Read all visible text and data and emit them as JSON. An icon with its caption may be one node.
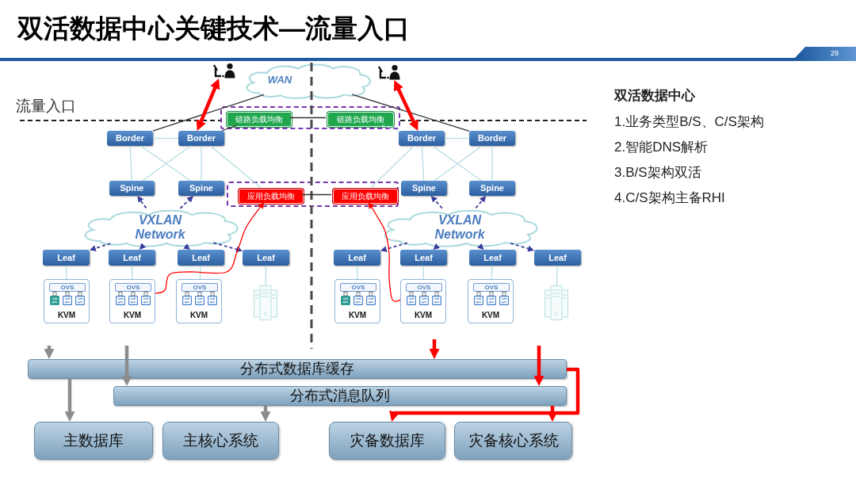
{
  "diagram": {
    "title": "双活数据中心关键技术—流量入口",
    "nodes": [
      {
        "text": [
          "WAN"
        ]
      },
      {
        "text": [],
        "shape": "person"
      },
      {
        "text": [],
        "shape": "person"
      },
      {
        "text": [],
        "shape": "box"
      },
      {
        "text": [
          "链路负载均衡"
        ],
        "in": 3
      },
      {
        "text": [
          "链路负载均衡"
        ],
        "in": 3
      },
      {
        "text": [
          "Border"
        ]
      },
      {
        "text": [
          "Border"
        ]
      },
      {
        "text": [
          "Border"
        ]
      },
      {
        "text": [
          "Border"
        ]
      },
      {
        "text": [
          "Spine"
        ]
      },
      {
        "text": [
          "Spine"
        ]
      },
      {
        "text": [],
        "shape": "box"
      },
      {
        "text": [
          "应用负载均衡"
        ],
        "in": 12
      },
      {
        "text": [
          "应用负载均衡"
        ],
        "in": 12
      },
      {
        "text": [
          "Spine"
        ]
      },
      {
        "text": [
          "Spine"
        ]
      },
      {
        "text": [
          "VXLAN Network"
        ]
      },
      {
        "text": [
          "VXLAN Network"
        ]
      },
      {
        "text": [
          "Leaf"
        ]
      },
      {
        "text": [
          "Leaf"
        ]
      },
      {
        "text": [
          "Leaf"
        ]
      },
      {
        "text": [
          "Leaf"
        ]
      },
      {
        "text": [
          "Leaf"
        ]
      },
      {
        "text": [
          "Leaf"
        ]
      },
      {
        "text": [
          "Leaf"
        ]
      },
      {
        "text": [
          "Leaf"
        ]
      },
      {
        "text": [
          "KVM"
        ]
      },
      {
        "text": [
          "OVS"
        ],
        "in": 27
      },
      {
        "text": [
          "KVM"
        ]
      },
      {
        "text": [
          "OVS"
        ],
        "in": 29
      },
      {
        "text": [
          "KVM"
        ]
      },
      {
        "text": [
          "OVS"
        ],
        "in": 31
      },
      {
        "text": [],
        "shape": "picture"
      },
      {
        "text": [
          "KVM"
        ]
      },
      {
        "text": [
          "OVS"
        ],
        "in": 34
      },
      {
        "text": [
          "KVM"
        ]
      },
      {
        "text": [
          "OVS"
        ],
        "in": 36
      },
      {
        "text": [
          "KVM"
        ]
      },
      {
        "text": [
          "OVS"
        ],
        "in": 38
      },
      {
        "text": [],
        "shape": "picture"
      },
      {
        "text": [
          "分布式数据库缓存"
        ]
      },
      {
        "text": [
          "分布式消息队列"
        ]
      },
      {
        "text": [
          "主数据库"
        ]
      },
      {
        "text": [
          "主核心系统"
        ]
      },
      {
        "text": [
          "灾备数据库"
        ]
      },
      {
        "text": [
          "灾备核心系统"
        ]
      }
    ],
    "edges": [
      {
        "from": 0,
        "to": 6,
        "arrow": "none",
        "color": "#333333"
      },
      {
        "from": 4,
        "to": 7,
        "arrow": "none",
        "color": "#333333"
      },
      {
        "from": 4,
        "to": 5,
        "arrow": "none",
        "color": "#333333"
      },
      {
        "from": 5,
        "to": 8,
        "arrow": "none"
      },
      {
        "from": 0,
        "to": 9,
        "arrow": "none",
        "color": "#333333"
      },
      {
        "from": 1,
        "to": 7,
        "arrow": "both",
        "style": "thick",
        "color": "#ff0000"
      },
      {
        "from": 2,
        "to": 8,
        "arrow": "both",
        "style": "thick",
        "color": "#ff0000"
      },
      {
        "from": 6,
        "to": 7,
        "arrow": "none"
      },
      {
        "from": 8,
        "to": 9,
        "arrow": "none"
      },
      {
        "from": 6,
        "to": 10,
        "arrow": "none"
      },
      {
        "from": 6,
        "to": 11,
        "arrow": "none"
      },
      {
        "from": 7,
        "to": 10,
        "arrow": "none"
      },
      {
        "from": 7,
        "to": 11,
        "arrow": "none"
      },
      {
        "from": 7,
        "to": 13,
        "arrow": "none"
      },
      {
        "from": 8,
        "to": 15,
        "arrow": "none"
      },
      {
        "from": 8,
        "to": 16,
        "arrow": "none"
      },
      {
        "from": 9,
        "to": 15,
        "arrow": "none"
      },
      {
        "from": 9,
        "to": 16,
        "arrow": "none"
      },
      {
        "from": 8,
        "to": 14,
        "arrow": "none"
      },
      {
        "from": 13,
        "to": 14,
        "arrow": "none",
        "color": "#333333"
      },
      {
        "from": 17,
        "to": 10,
        "arrow": "to",
        "style": "dashed",
        "color": "#3c3c9c"
      },
      {
        "from": 17,
        "to": 11,
        "arrow": "to",
        "style": "dashed",
        "color": "#3c3c9c"
      },
      {
        "from": 18,
        "to": 15,
        "arrow": "to",
        "style": "dashed",
        "color": "#3c3c9c"
      },
      {
        "from": 18,
        "to": 16,
        "arrow": "to",
        "style": "dashed",
        "color": "#3c3c9c"
      },
      {
        "from": 17,
        "to": 19,
        "arrow": "to",
        "style": "dashed",
        "color": "#3c3c9c"
      },
      {
        "from": 17,
        "to": 20,
        "arrow": "to",
        "style": "dashed",
        "color": "#3c3c9c"
      },
      {
        "from": 17,
        "to": 21,
        "arrow": "to",
        "style": "dashed",
        "color": "#3c3c9c"
      },
      {
        "from": 17,
        "to": 22,
        "arrow": "to",
        "style": "dashed",
        "color": "#3c3c9c"
      },
      {
        "from": 18,
        "to": 23,
        "arrow": "to",
        "style": "dashed",
        "color": "#3c3c9c"
      },
      {
        "from": 18,
        "to": 24,
        "arrow": "to",
        "style": "dashed",
        "color": "#3c3c9c"
      },
      {
        "from": 18,
        "to": 25,
        "arrow": "to",
        "style": "dashed",
        "color": "#3c3c9c"
      },
      {
        "from": 18,
        "to": 26,
        "arrow": "to",
        "style": "dashed",
        "color": "#3c3c9c"
      },
      {
        "from": 19,
        "to": 27,
        "arrow": "none"
      },
      {
        "from": 20,
        "to": 29,
        "arrow": "none"
      },
      {
        "from": 21,
        "to": 31,
        "arrow": "none"
      },
      {
        "from": 22,
        "to": 33,
        "arrow": "none"
      },
      {
        "from": 23,
        "to": 34,
        "arrow": "none"
      },
      {
        "from": 24,
        "to": 36,
        "arrow": "none"
      },
      {
        "from": 25,
        "to": 38,
        "arrow": "none"
      },
      {
        "from": 26,
        "to": 40,
        "arrow": "none"
      },
      {
        "from": 29,
        "to": 13,
        "arrow": "to",
        "color": "#ff0000"
      },
      {
        "from": 36,
        "to": 14,
        "arrow": "to",
        "color": "#ff0000"
      },
      {
        "from": null,
        "to": 41,
        "arrow": "to",
        "style": "thick",
        "color": "#8c8c8c"
      },
      {
        "from": null,
        "to": 42,
        "arrow": "to",
        "style": "thick",
        "color": "#8c8c8c"
      },
      {
        "from": 41,
        "to": 43,
        "arrow": "to",
        "style": "thick",
        "color": "#8c8c8c"
      },
      {
        "from": 42,
        "to": 44,
        "arrow": "to",
        "style": "thick",
        "color": "#8c8c8c"
      },
      {
        "from": null,
        "to": 41,
        "arrow": "to",
        "style": "thick",
        "color": "#ff0000"
      },
      {
        "from": null,
        "to": 42,
        "arrow": "to",
        "style": "thick",
        "color": "#ff0000"
      },
      {
        "from": 41,
        "to": 45,
        "arrow": "to",
        "style": "thick",
        "color": "#ff0000"
      },
      {
        "from": 42,
        "to": 46,
        "arrow": "to",
        "style": "thick",
        "color": "#ff0000"
      }
    ],
    "labels": [
      "29",
      "流量入口",
      "双活数据中心",
      "1.业务类型B/S、C/S架构",
      "2.智能DNS解析",
      "3.B/S架构双活",
      "4.C/S架构主备RHI"
    ]
  }
}
